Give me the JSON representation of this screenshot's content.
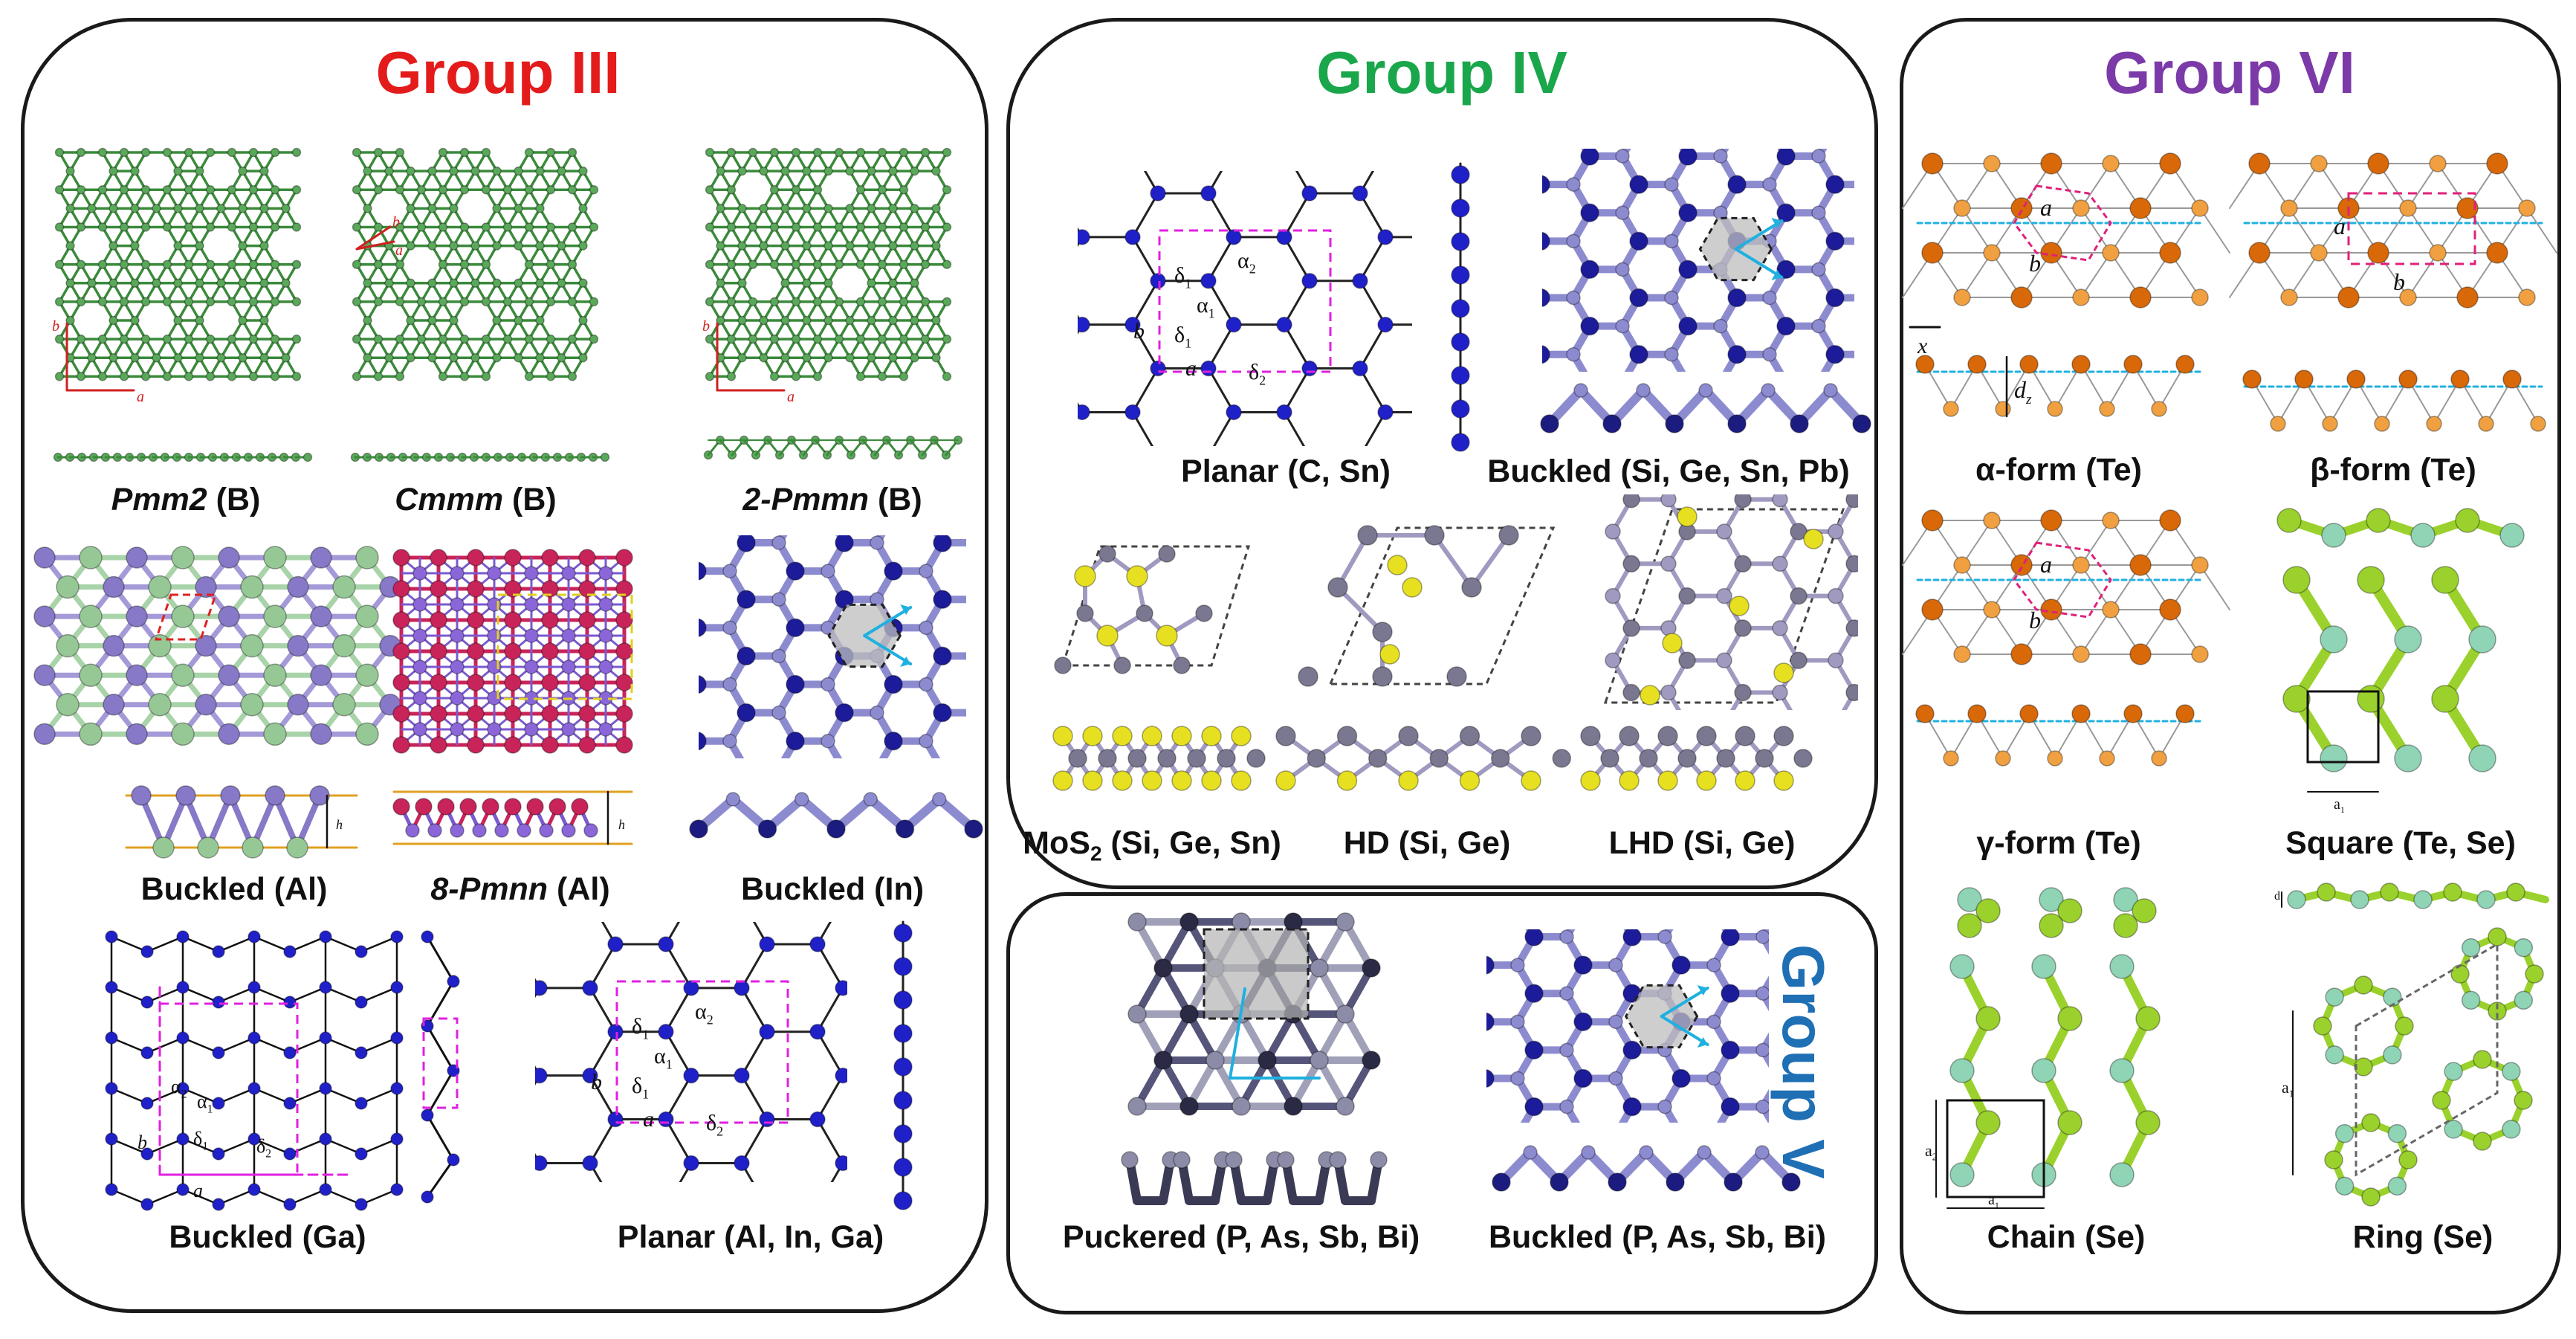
{
  "groups": {
    "g3": {
      "title": "Group III",
      "color": "#e31b1b"
    },
    "g4": {
      "title": "Group IV",
      "color": "#1aa64b"
    },
    "g5": {
      "title": "Group V",
      "color": "#1f6fb5"
    },
    "g6": {
      "title": "Group VI",
      "color": "#7b3aa8"
    }
  },
  "labels": {
    "pmm2": {
      "name": "Pmm2",
      "elem": " (B)"
    },
    "cmmm": {
      "name": "Cmmm",
      "elem": " (B)"
    },
    "pmmn2": {
      "name": "2-Pmmn",
      "elem": " (B)"
    },
    "buckled_al": "Buckled (Al)",
    "pmnn8": {
      "name": "8-Pmnn",
      "elem": " (Al)"
    },
    "buckled_in": "Buckled (In)",
    "buckled_ga": "Buckled (Ga)",
    "planar_al": "Planar (Al, In, Ga)",
    "planar_c": "Planar (C, Sn)",
    "buckled_si": "Buckled (Si, Ge, Sn, Pb)",
    "mos2": {
      "pre": "MoS",
      "sub": "2",
      "post": " (Si, Ge, Sn)"
    },
    "hd": "HD (Si, Ge)",
    "lhd": "LHD (Si, Ge)",
    "puckered": "Puckered (P, As, Sb, Bi)",
    "buckled_p": "Buckled (P, As, Sb, Bi)",
    "alpha": "α-form (Te)",
    "beta": "β-form (Te)",
    "gamma": "γ-form (Te)",
    "square": "Square (Te, Se)",
    "chain": "Chain (Se)",
    "ring": "Ring (Se)"
  },
  "annotations": {
    "a": "a",
    "b": "b",
    "h": "h",
    "x": "x",
    "dz": "d",
    "dz_sub": "z",
    "d": "d",
    "a1": "a",
    "a1_sub": "1",
    "a2": "a",
    "a2_sub": "2",
    "delta1": "δ",
    "delta2": "δ",
    "alpha1": "α",
    "alpha2": "α",
    "sub1": "1",
    "sub2": "2"
  },
  "colors": {
    "boron": "#3a8a3a",
    "blue": "#2020c8",
    "navy": "#1c1c80",
    "slate": "#8d8bb8",
    "aluminum": "#8878c8",
    "red_atom": "#c8245a",
    "yellow": "#e6e020",
    "grey_atom": "#7a7890",
    "orange": "#e07a10",
    "lime": "#9ad12c",
    "mint": "#8fd4b4",
    "magenta": "#e020e0",
    "cyan": "#20b0e0",
    "dark": "#2a2a3a"
  }
}
